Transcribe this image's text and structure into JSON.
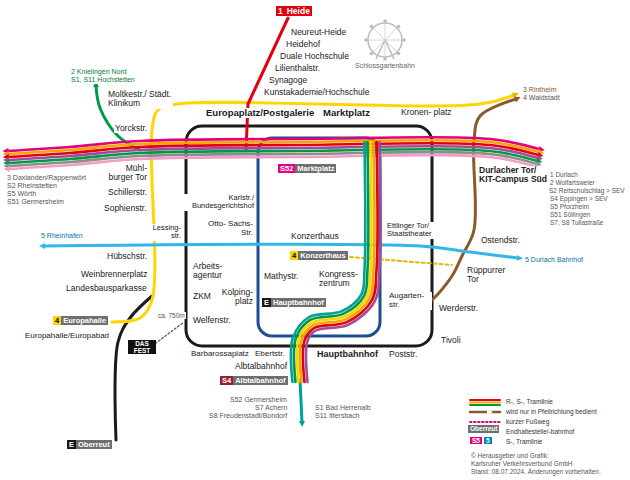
{
  "diagram": {
    "nodes": [
      {
        "text": [
          "1",
          "Heide"
        ]
      },
      {
        "text": [
          "S52",
          "Marktplatz"
        ]
      },
      {
        "text": [
          "4",
          "Konzerthaus"
        ]
      },
      {
        "text": [
          "E",
          "Hauptbahnhof"
        ]
      },
      {
        "text": [
          "4",
          "Europahalle"
        ]
      },
      {
        "text": [
          "S4",
          "Albtalbahnhof"
        ]
      },
      {
        "text": [
          "E",
          "Oberreut"
        ]
      },
      {
        "text": [
          "Oberreut"
        ]
      }
    ],
    "labels": [
      "2 Knielingen Nord",
      "S1, S11 Hochstetten",
      "Moltkestr./ Städt. Klinikum",
      "Yorckstr.",
      "Schlossgartenbahn",
      "Neureut-Heide",
      "Heidehof",
      "Duale Hochschule",
      "Lilienthalstr.",
      "Synagoge",
      "Kunstakademie/Hochschule",
      "Europaplatz/Postgalerie",
      "Marktplatz",
      "Kronen- platz",
      "3 Rintheim",
      "4 Waldstadt",
      "3 Daxlanden/Rappenwört",
      "S2 Rheinstetten",
      "S5 Wörth",
      "S51 Germersheim",
      "1 Durlach",
      "2 Wolfartsweier",
      "S2 Reitschulschlag > SEV",
      "S4 Eppingen > SEV",
      "S5 Pforzheim",
      "S51 Söllingen",
      "S7, S8 Tullastraße",
      "Mühl- burger Tor",
      "Durlacher Tor/ KIT-Campus Süd",
      "Schillerstr.",
      "Sophienstr.",
      "Karlstr./ Bundesgerichtshof",
      "Ettlinger Tor/ Staatstheater",
      "5 Rheinhafen",
      "Lessing- str.",
      "Otto- Sachs-Str.",
      "Konzerthaus",
      "Ostendstr.",
      "5 Durlach Bahnhof",
      "Hübschstr.",
      "Mathystr.",
      "Kongress- zentrum",
      "Rüppurrer Tor",
      "Arbeits- agentur",
      "Weinbrennerplatz",
      "Landesbausparkasse",
      "ZKM",
      "Kolping- platz",
      "Augarten- str.",
      "Werderstr.",
      "Europahalle/Europabad",
      "Welfenstr.",
      "ca. 750m",
      "DAS FEST",
      "Hauptbahnhof",
      "Ebertstr.",
      "Barbarossaplatz",
      "Poststr.",
      "Tivoli",
      "Albtalbahnhof",
      "S52 Germersheim",
      "S7 Achern",
      "S8 Freudenstadt/Bondorf",
      "S1 Bad Herrenalb",
      "S11 Ittersbach",
      "S5",
      "5",
      "© Herausgeber und Grafik:",
      "Karlsruher Verkehrsverbund GmbH",
      "Stand: 08.07.2024. Änderungen vorbehalten."
    ],
    "legend": [
      {
        "text": "R-, S-, Tramlinie"
      },
      {
        "text": "wird nur in Pfeilrichtung bedient"
      },
      {
        "text": "kurzer Fußweg"
      },
      {
        "text": "Endhaltestelle/-bahnhof"
      },
      {
        "text": "S-, Tramlinie"
      }
    ]
  }
}
